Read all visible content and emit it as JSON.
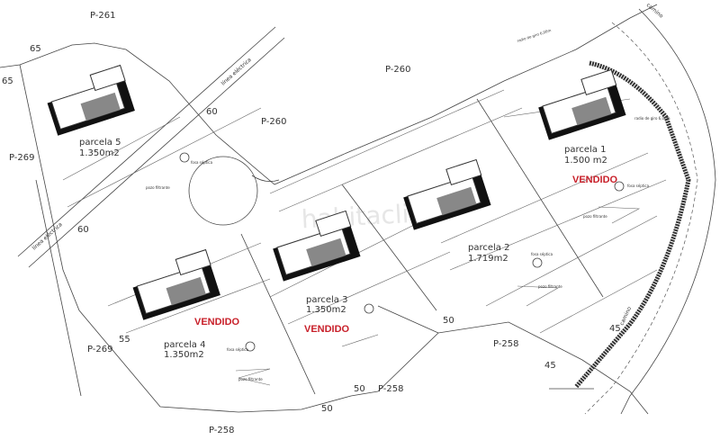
{
  "plot_codes": {
    "p260": "P-260",
    "p269": "P-269",
    "p258": "P-258",
    "p261_partial": "P-261"
  },
  "contours": {
    "c65": "65",
    "c60": "60",
    "c55": "55",
    "c50": "50",
    "c45": "45"
  },
  "parcels": [
    {
      "name": "parcela 1",
      "area": "1.500  m2",
      "status": "VENDIDO"
    },
    {
      "name": "parcela 2",
      "area": "1.719m2",
      "status": ""
    },
    {
      "name": "parcela 3",
      "area": "1.350m2",
      "status": "VENDIDO"
    },
    {
      "name": "parcela 4",
      "area": "1.350m2",
      "status": "VENDIDO"
    },
    {
      "name": "parcela 5",
      "area": "1.350m2",
      "status": ""
    }
  ],
  "annotations": {
    "power_line": "línea eléctrica",
    "road": "camino",
    "septic": "fosa séptica",
    "well": "pozo filtrante",
    "turn_radius": "radio de giro 6,00m",
    "track": "camino",
    "watermark": "habitaclia"
  },
  "colors": {
    "sold": "#c8202a",
    "line": "#444444",
    "building": "#111111"
  }
}
